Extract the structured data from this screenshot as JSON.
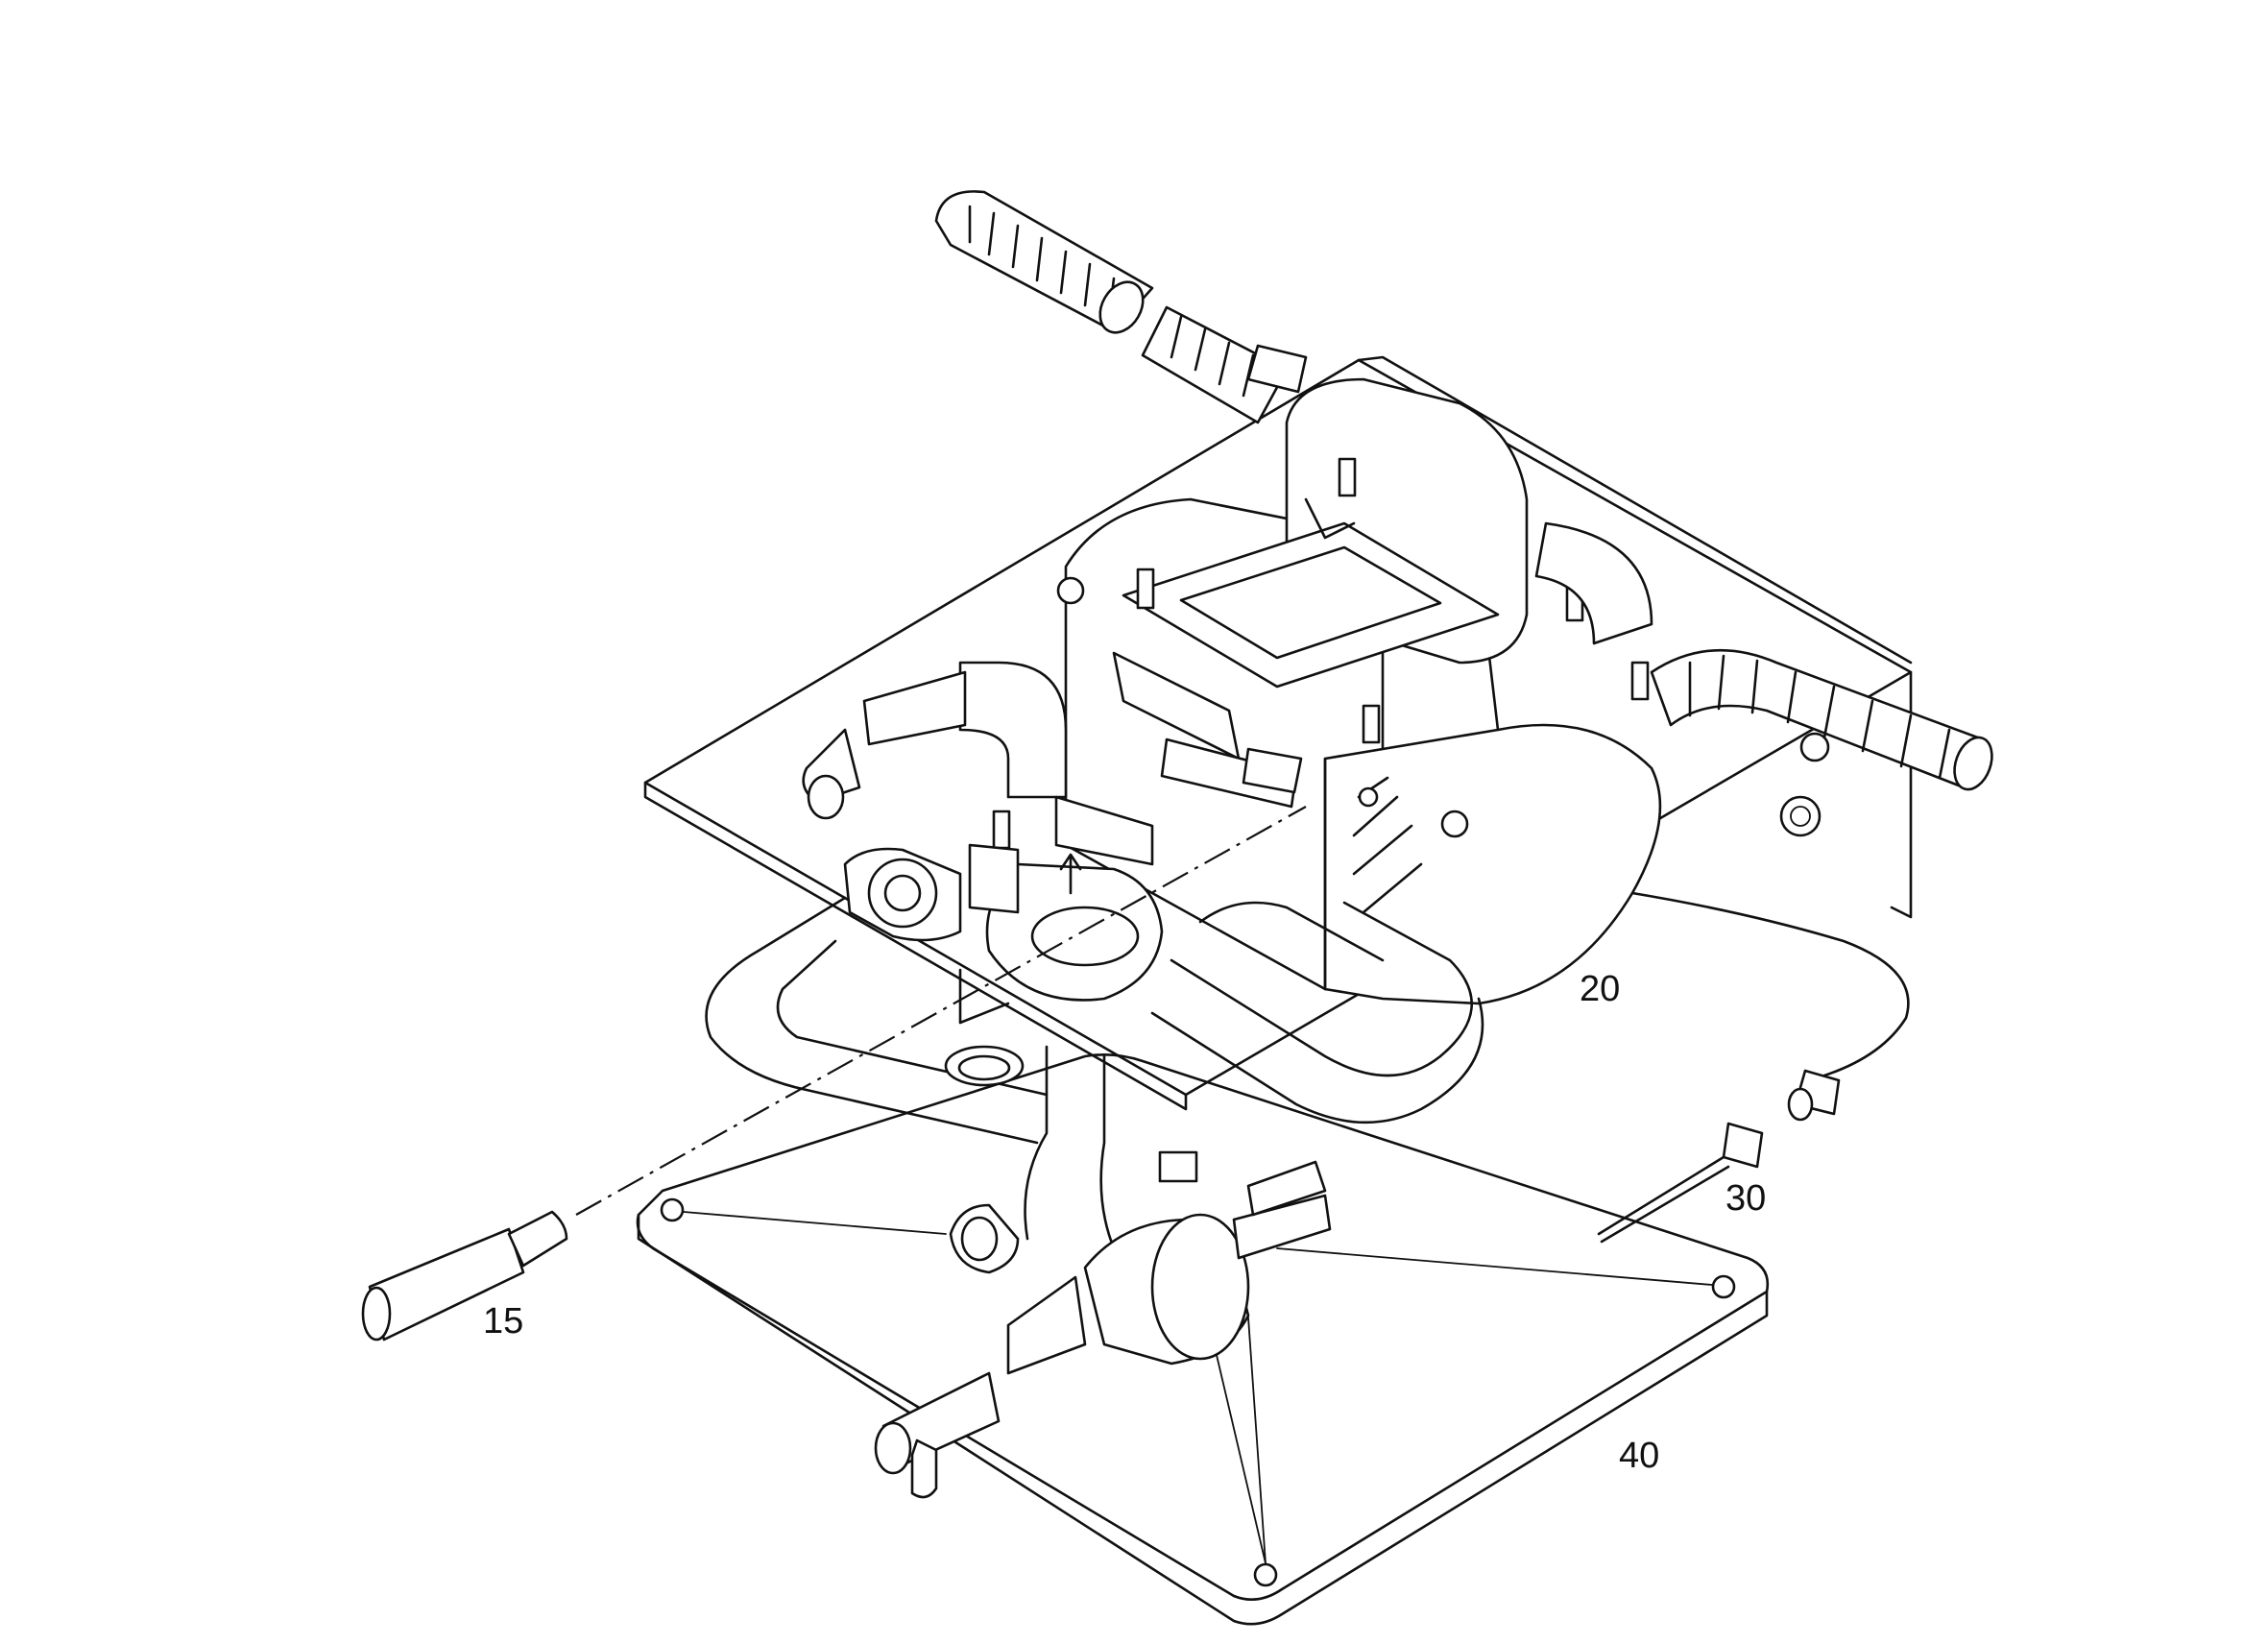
{
  "callouts": {
    "item_15": "15",
    "item_20": "20",
    "item_30": "30",
    "item_40": "40"
  },
  "colors": {
    "line": "#111111",
    "background": "#ffffff"
  }
}
